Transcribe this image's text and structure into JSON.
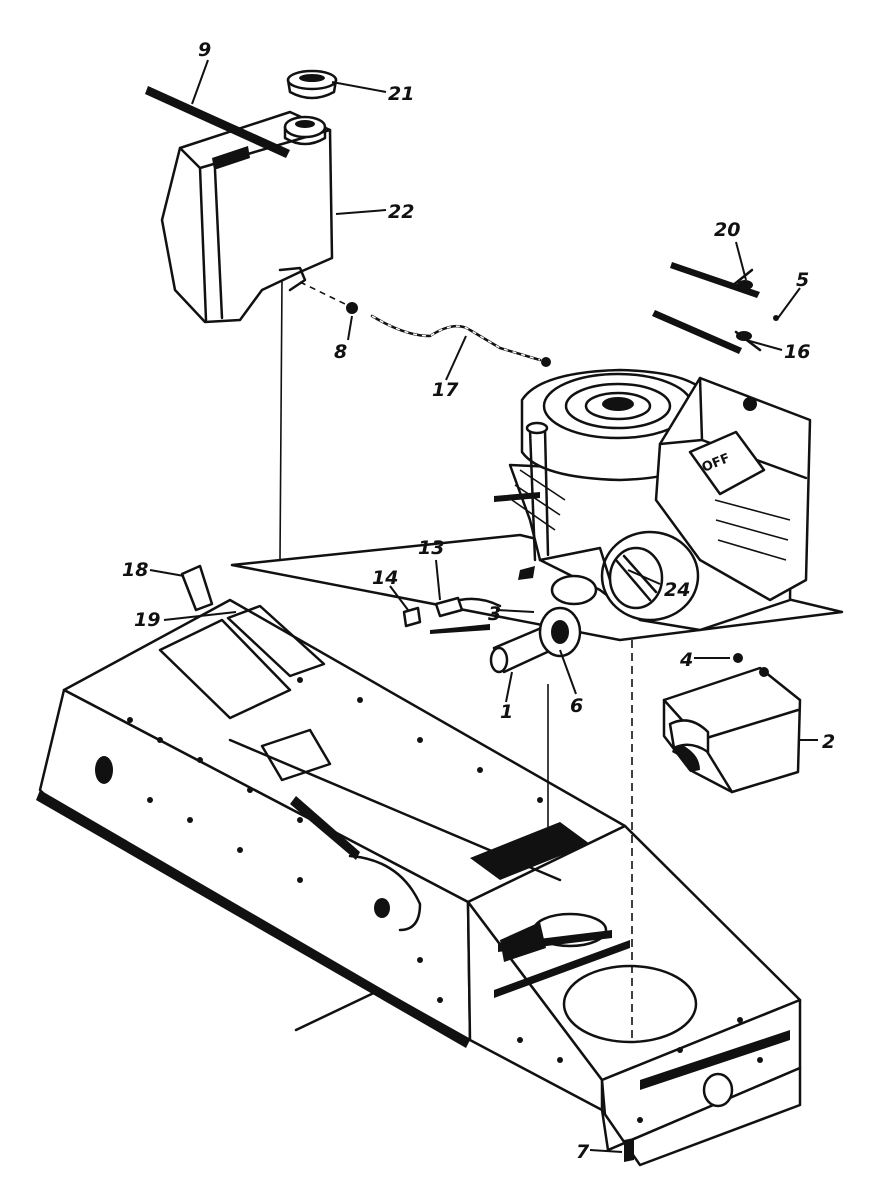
{
  "diagram": {
    "callouts": [
      {
        "id": "c9",
        "text": "9"
      },
      {
        "id": "c21",
        "text": "21"
      },
      {
        "id": "c22",
        "text": "22"
      },
      {
        "id": "c20",
        "text": "20"
      },
      {
        "id": "c5",
        "text": "5"
      },
      {
        "id": "c16",
        "text": "16"
      },
      {
        "id": "c8",
        "text": "8"
      },
      {
        "id": "c17",
        "text": "17"
      },
      {
        "id": "c13",
        "text": "13"
      },
      {
        "id": "c14",
        "text": "14"
      },
      {
        "id": "c3",
        "text": "3"
      },
      {
        "id": "c24",
        "text": "24"
      },
      {
        "id": "c18",
        "text": "18"
      },
      {
        "id": "c19",
        "text": "19"
      },
      {
        "id": "c1",
        "text": "1"
      },
      {
        "id": "c6",
        "text": "6"
      },
      {
        "id": "c4",
        "text": "4"
      },
      {
        "id": "c2",
        "text": "2"
      },
      {
        "id": "c7",
        "text": "7"
      }
    ]
  }
}
